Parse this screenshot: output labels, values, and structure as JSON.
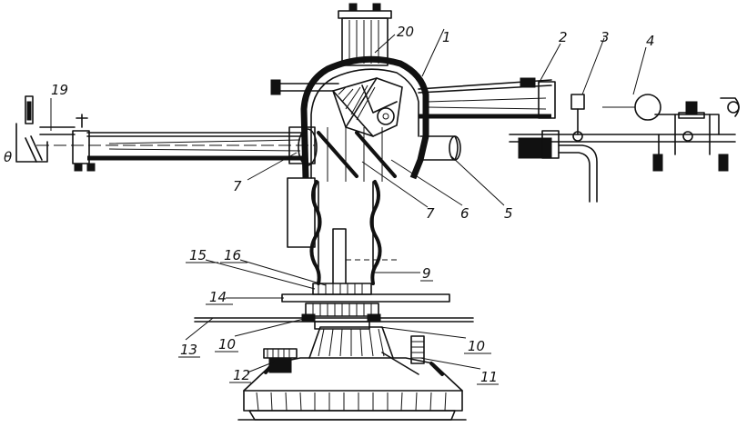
{
  "labels": [
    {
      "id": "1",
      "text": "1"
    },
    {
      "id": "2",
      "text": "2"
    },
    {
      "id": "3",
      "text": "3"
    },
    {
      "id": "4",
      "text": "4"
    },
    {
      "id": "5",
      "text": "5"
    },
    {
      "id": "6",
      "text": "6"
    },
    {
      "id": "7a",
      "text": "7"
    },
    {
      "id": "7b",
      "text": "7"
    },
    {
      "id": "9",
      "text": "9"
    },
    {
      "id": "10a",
      "text": "10"
    },
    {
      "id": "10b",
      "text": "10"
    },
    {
      "id": "11",
      "text": "11"
    },
    {
      "id": "12",
      "text": "12"
    },
    {
      "id": "13",
      "text": "13"
    },
    {
      "id": "14",
      "text": "14"
    },
    {
      "id": "15",
      "text": "15"
    },
    {
      "id": "16",
      "text": "16"
    },
    {
      "id": "19",
      "text": "19"
    },
    {
      "id": "20",
      "text": "20"
    },
    {
      "id": "theta",
      "text": "θ"
    }
  ],
  "colors": {
    "ink": "#111111",
    "paper": "#ffffff"
  }
}
